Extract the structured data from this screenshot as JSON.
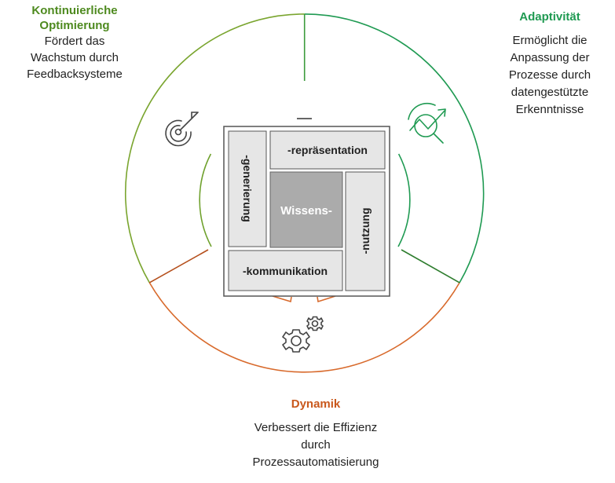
{
  "pillars": {
    "optimization": {
      "title_line1": "Kontinuierliche",
      "title_line2": "Optimierung",
      "body": [
        "Fördert das",
        "Wachstum durch",
        "Feedbacksysteme"
      ],
      "color": "#4e8a1f"
    },
    "adaptivity": {
      "title": "Adaptivität",
      "body": [
        "Ermöglicht die",
        "Anpassung der",
        "Prozesse durch",
        "datengestützte",
        "Erkenntnisse"
      ],
      "color": "#1f9a52"
    },
    "dynamics": {
      "title": "Dynamik",
      "body": [
        "Verbessert die Effizienz",
        "durch",
        "Prozessautomatisierung"
      ],
      "color": "#c9581c"
    }
  },
  "knowledge_box": {
    "center": "Wissens-",
    "top": "-repräsentation",
    "left": "-generierung",
    "right": "-nutzung",
    "bottom": "-kommunikation"
  },
  "icons": {
    "optimization": "target-arrow-icon",
    "adaptivity": "search-chart-icon",
    "dynamics": "gears-icon"
  }
}
